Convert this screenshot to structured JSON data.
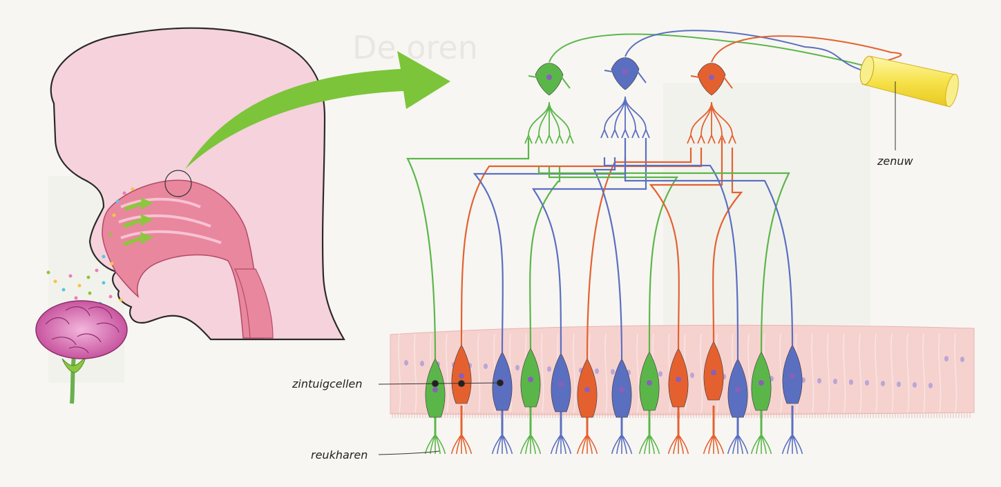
{
  "labels": {
    "zenuw": "zenuw",
    "zintuigcellen": "zintuigcellen",
    "reukharen": "reukharen"
  },
  "colors": {
    "paper": "#f7f6f2",
    "skin": "#f5d2dc",
    "nasal": "#e9879f",
    "epithelium": "#f6d2cf",
    "green": "#5bb64a",
    "blue": "#5b6fc0",
    "orange": "#e4612f",
    "arrow": "#7cc43a",
    "nerve": "#f4e13a",
    "flower": "#d97cc0"
  },
  "icons": {
    "arrow": "curved-arrow-icon",
    "flower": "carnation-flower-icon",
    "nerve": "nerve-bundle-icon"
  }
}
